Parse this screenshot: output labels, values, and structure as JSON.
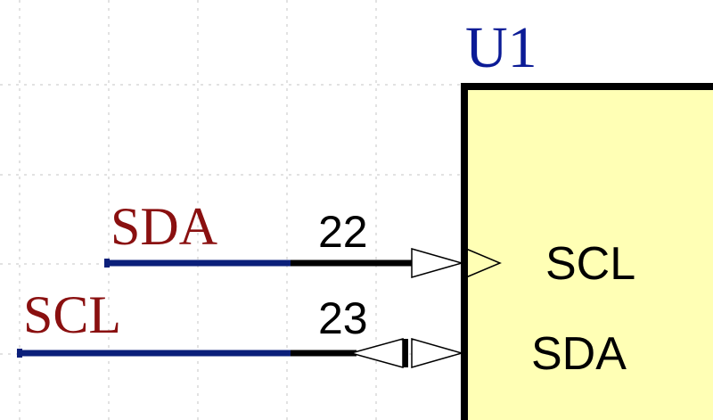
{
  "component": {
    "designator": "U1",
    "pins": [
      {
        "number": "22",
        "name": "SCL",
        "net": "SDA",
        "electrical_type": "input"
      },
      {
        "number": "23",
        "name": "SDA",
        "net": "SCL",
        "electrical_type": "bidirectional"
      }
    ]
  },
  "colors": {
    "background": "#ffffff",
    "grid": "#d9d9d9",
    "wire": "#0b1f7a",
    "pin": "#000000",
    "net_label": "#8a1010",
    "designator": "#0b1b96",
    "body_fill": "#ffffb5",
    "body_border": "#000000",
    "text": "#000000"
  }
}
